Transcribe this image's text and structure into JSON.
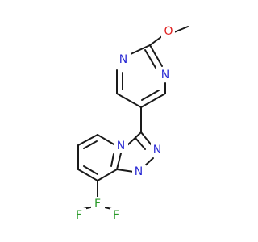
{
  "molecule": {
    "colors": {
      "bond": "#1a1a1a",
      "nitrogen": "#2a2ad4",
      "oxygen": "#e02020",
      "fluorine": "#2a9a2a"
    },
    "atoms": {
      "o_methoxy": "O",
      "n_pyrimidine_1": "N",
      "n_pyrimidine_3": "N",
      "n_bridgehead": "N",
      "n_triazole_2": "N",
      "n_triazole_1": "N",
      "f_top": "F",
      "f_left": "F",
      "f_right": "F"
    }
  }
}
